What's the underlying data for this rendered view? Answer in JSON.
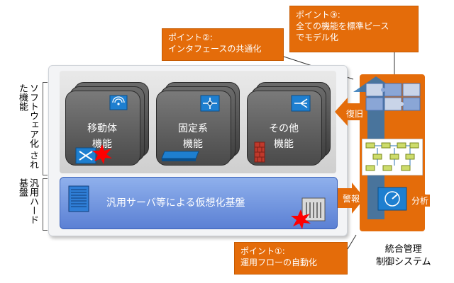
{
  "callouts": {
    "point1": {
      "title": "ポイント①:",
      "body": "運用フローの自動化"
    },
    "point2": {
      "title": "ポイント②:",
      "body": "インタフェースの共通化"
    },
    "point3": {
      "title": "ポイント③:",
      "body": "全ての機能を標準ピース",
      "body2": "でモデル化"
    }
  },
  "side_labels": {
    "software": [
      "ソフトウェア化",
      "された機能"
    ],
    "hardware": [
      "汎用ハード",
      "基盤"
    ]
  },
  "functions": [
    {
      "line1": "移動体",
      "line2": "機能"
    },
    {
      "line1": "固定系",
      "line2": "機能"
    },
    {
      "line1": "その他",
      "line2": "機能"
    }
  ],
  "hardware_panel": {
    "text": "汎用サーバ等による仮想化基盤"
  },
  "flows": {
    "recovery": "復旧",
    "alarm": "警報",
    "analysis": "分析"
  },
  "control_system": {
    "line1": "統合管理",
    "line2": "制御システム"
  },
  "colors": {
    "orange": "#e46c0a",
    "blue": "#5b80d4",
    "dark_card": "#4a4a4a",
    "fault": "#ff0000"
  }
}
